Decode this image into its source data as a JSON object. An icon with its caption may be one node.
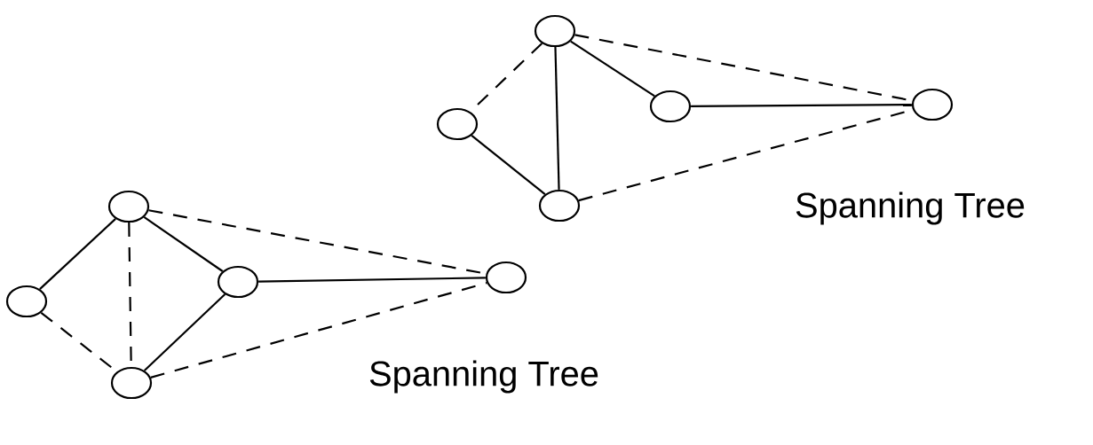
{
  "diagram": {
    "nodes": [
      {
        "text": [],
        "shape": "circle"
      },
      {
        "text": [],
        "shape": "circle"
      },
      {
        "text": [],
        "shape": "circle"
      },
      {
        "text": [],
        "shape": "circle"
      },
      {
        "text": [],
        "shape": "circle"
      },
      {
        "text": [],
        "shape": "circle"
      },
      {
        "text": [],
        "shape": "circle"
      },
      {
        "text": [],
        "shape": "circle"
      },
      {
        "text": [],
        "shape": "circle"
      },
      {
        "text": [],
        "shape": "circle"
      }
    ],
    "edges": [
      {
        "from": 0,
        "to": 3,
        "arrow": "none",
        "style": "dashed"
      },
      {
        "from": 0,
        "to": 2,
        "arrow": "none"
      },
      {
        "from": 0,
        "to": 1,
        "arrow": "none",
        "style": "dashed"
      },
      {
        "from": 0,
        "to": 4,
        "arrow": "none"
      },
      {
        "from": 3,
        "to": 4,
        "arrow": "none"
      },
      {
        "from": 2,
        "to": 1,
        "arrow": "none"
      },
      {
        "from": 4,
        "to": 1,
        "arrow": "none",
        "style": "dashed"
      },
      {
        "from": 5,
        "to": 8,
        "arrow": "none"
      },
      {
        "from": 5,
        "to": 7,
        "arrow": "none"
      },
      {
        "from": 5,
        "to": 6,
        "arrow": "none",
        "style": "dashed"
      },
      {
        "from": 5,
        "to": 9,
        "arrow": "none",
        "style": "dashed"
      },
      {
        "from": 8,
        "to": 9,
        "arrow": "none",
        "style": "dashed"
      },
      {
        "from": 7,
        "to": 6,
        "arrow": "none"
      },
      {
        "from": 7,
        "to": 9,
        "arrow": "none"
      },
      {
        "from": 9,
        "to": 6,
        "arrow": "none",
        "style": "dashed"
      }
    ],
    "labels": [
      "Spanning Tree",
      "Spanning Tree"
    ]
  }
}
